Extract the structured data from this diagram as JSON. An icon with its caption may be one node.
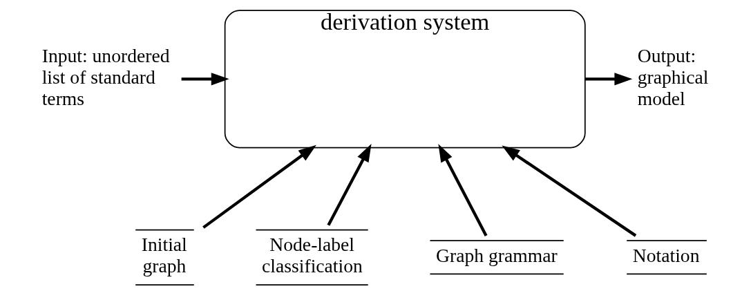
{
  "diagram": {
    "nodes": [
      {
        "text": [
          "Input: unordered list of standard terms"
        ]
      },
      {
        "text": [
          "derivation system"
        ]
      },
      {
        "text": [
          "Output: graphical model"
        ]
      },
      {
        "text": [
          "Initial graph"
        ]
      },
      {
        "text": [
          "Node-label classification"
        ]
      },
      {
        "text": [
          "Graph grammar"
        ]
      },
      {
        "text": [
          "Notation"
        ]
      }
    ],
    "edges": [
      {
        "from": 0,
        "to": 1,
        "arrow": "to"
      },
      {
        "from": 1,
        "to": 2,
        "arrow": "to"
      },
      {
        "from": 3,
        "to": 1,
        "arrow": "to"
      },
      {
        "from": 4,
        "to": 1,
        "arrow": "to"
      },
      {
        "from": 5,
        "to": 1,
        "arrow": "to"
      },
      {
        "from": 6,
        "to": 1,
        "arrow": "to"
      }
    ]
  }
}
